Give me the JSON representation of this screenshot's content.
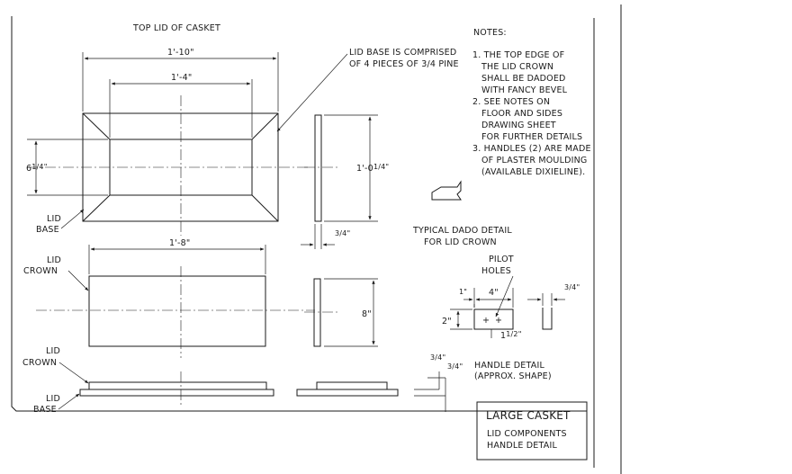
{
  "labels": {
    "top_view_title": "TOP LID OF CASKET",
    "lid_base_note": [
      "LID BASE IS COMPRISED",
      "OF 4 PIECES OF 3/4 PINE"
    ],
    "lid_base": [
      "LID",
      "BASE"
    ],
    "lid_crown": [
      "LID",
      "CROWN"
    ],
    "lid_crown_2": [
      "LID",
      "CROWN"
    ],
    "lid_base_2": [
      "LID",
      "BASE"
    ],
    "dado_caption": [
      "TYPICAL DADO DETAIL",
      "FOR LID CROWN"
    ],
    "pilot_holes": [
      "PILOT",
      "HOLES"
    ],
    "handle_caption": [
      "HANDLE DETAIL",
      "(APPROX. SHAPE)"
    ]
  },
  "dims": {
    "top_width": "1'-10\"",
    "top_inner": "1'-4\"",
    "top_height_whole": "6",
    "top_height_frac": "1/4\"",
    "side_height_whole": "1'-0",
    "side_height_frac": "1/4\"",
    "side_thick": "3/4\"",
    "crown_width": "1'-8\"",
    "crown_height": "8\"",
    "handle_len": "4\"",
    "handle_inset": "1\"",
    "handle_h": "2\"",
    "handle_drop_whole": "1",
    "handle_drop_frac": "1/2\"",
    "handle_thick": "3/4\"",
    "step_a": "3/4\"",
    "step_b": "3/4\""
  },
  "notes": {
    "heading": "NOTES:",
    "lines": [
      "1. THE TOP EDGE OF",
      "THE LID CROWN",
      "SHALL BE DADOED",
      "WITH FANCY BEVEL",
      "2. SEE NOTES ON",
      "FLOOR AND SIDES",
      "DRAWING SHEET",
      "FOR FURTHER DETAILS",
      "3. HANDLES (2) ARE MADE",
      "OF PLASTER MOULDING",
      "(AVAILABLE DIXIELINE)."
    ]
  },
  "title_block": {
    "title": "LARGE CASKET",
    "line1": "LID COMPONENTS",
    "line2": "HANDLE DETAIL"
  }
}
